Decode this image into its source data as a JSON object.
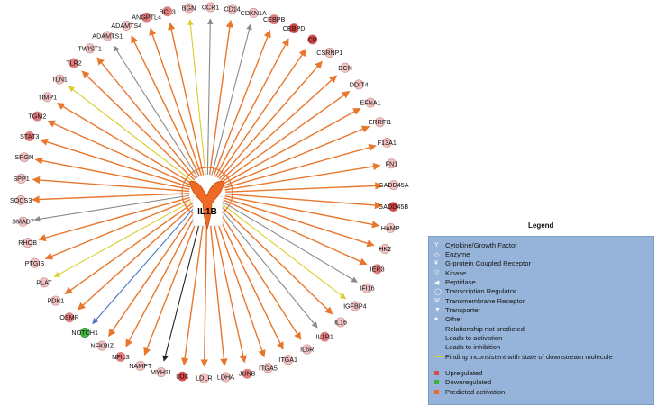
{
  "hub": {
    "label": "IL1B"
  },
  "colors": {
    "activation": "#e8762c",
    "inhibition": "#4a78c2",
    "inconsistent": "#d8cf2a",
    "not_predicted": "#8a8a8a",
    "black_edge": "#222222",
    "upregulated": "#d94a4a",
    "downregulated": "#3bb33b",
    "predicted_activation": "#ee6a22",
    "legend_bg": "#96b4d9"
  },
  "nodes": [
    {
      "label": "CCR1",
      "edge": "not_predicted",
      "reg": "up_light"
    },
    {
      "label": "CD14",
      "edge": "activation",
      "reg": "up_light"
    },
    {
      "label": "CDKN1A",
      "edge": "not_predicted",
      "reg": "up_light"
    },
    {
      "label": "CEBPB",
      "edge": "activation",
      "reg": "up_mid"
    },
    {
      "label": "CEBPD",
      "edge": "activation",
      "reg": "up_strong"
    },
    {
      "label": "CP",
      "edge": "activation",
      "reg": "up_strong"
    },
    {
      "label": "CSRNP1",
      "edge": "activation",
      "reg": "up_light"
    },
    {
      "label": "DCN",
      "edge": "activation",
      "reg": "up_light"
    },
    {
      "label": "DDIT4",
      "edge": "activation",
      "reg": "up_light"
    },
    {
      "label": "EFNA1",
      "edge": "activation",
      "reg": "up_light"
    },
    {
      "label": "ERRFI1",
      "edge": "activation",
      "reg": "up_light"
    },
    {
      "label": "F13A1",
      "edge": "activation",
      "reg": "up_light"
    },
    {
      "label": "FN1",
      "edge": "activation",
      "reg": "up_light"
    },
    {
      "label": "GADD45A",
      "edge": "activation",
      "reg": "up_light"
    },
    {
      "label": "GADD45B",
      "edge": "activation",
      "reg": "up_strong"
    },
    {
      "label": "HAMP",
      "edge": "activation",
      "reg": "up_light"
    },
    {
      "label": "HK2",
      "edge": "activation",
      "reg": "up_light"
    },
    {
      "label": "IER3",
      "edge": "activation",
      "reg": "up_mid"
    },
    {
      "label": "IFI16",
      "edge": "not_predicted",
      "reg": "up_light"
    },
    {
      "label": "IGFBP4",
      "edge": "inconsistent",
      "reg": "up_light"
    },
    {
      "label": "IL16",
      "edge": "activation",
      "reg": "up_light"
    },
    {
      "label": "IL1R1",
      "edge": "not_predicted",
      "reg": "up_mid"
    },
    {
      "label": "IL6R",
      "edge": "activation",
      "reg": "up_light"
    },
    {
      "label": "ITGA1",
      "edge": "activation",
      "reg": "up_light"
    },
    {
      "label": "ITGA5",
      "edge": "activation",
      "reg": "up_light"
    },
    {
      "label": "JUNB",
      "edge": "activation",
      "reg": "up_mid"
    },
    {
      "label": "LDHA",
      "edge": "activation",
      "reg": "up_light"
    },
    {
      "label": "LDLR",
      "edge": "activation",
      "reg": "up_light"
    },
    {
      "label": "LOX",
      "edge": "activation",
      "reg": "up_strong"
    },
    {
      "label": "MYH11",
      "edge": "black_edge",
      "reg": "up_light"
    },
    {
      "label": "NAMPT",
      "edge": "activation",
      "reg": "up_light"
    },
    {
      "label": "NFIL3",
      "edge": "activation",
      "reg": "up_mid"
    },
    {
      "label": "NFKBIZ",
      "edge": "activation",
      "reg": "up_light"
    },
    {
      "label": "NOTCH1",
      "edge": "inhibition",
      "reg": "down"
    },
    {
      "label": "OSMR",
      "edge": "activation",
      "reg": "up_mid"
    },
    {
      "label": "PDK1",
      "edge": "activation",
      "reg": "up_light"
    },
    {
      "label": "PLAT",
      "edge": "inconsistent",
      "reg": "up_light"
    },
    {
      "label": "PTGIS",
      "edge": "activation",
      "reg": "up_light"
    },
    {
      "label": "RHOB",
      "edge": "activation",
      "reg": "up_light"
    },
    {
      "label": "SMAD7",
      "edge": "not_predicted",
      "reg": "up_light"
    },
    {
      "label": "SOCS3",
      "edge": "activation",
      "reg": "up_light"
    },
    {
      "label": "SPP1",
      "edge": "activation",
      "reg": "up_light"
    },
    {
      "label": "SRGN",
      "edge": "activation",
      "reg": "up_light"
    },
    {
      "label": "STAT3",
      "edge": "activation",
      "reg": "up_mid"
    },
    {
      "label": "TGM2",
      "edge": "activation",
      "reg": "up_mid"
    },
    {
      "label": "TIMP1",
      "edge": "activation",
      "reg": "up_light"
    },
    {
      "label": "TLN1",
      "edge": "inconsistent",
      "reg": "up_light"
    },
    {
      "label": "TLR2",
      "edge": "activation",
      "reg": "up_mid"
    },
    {
      "label": "TWIST1",
      "edge": "activation",
      "reg": "up_light"
    },
    {
      "label": "ADAMTS1",
      "edge": "not_predicted",
      "reg": "up_light"
    },
    {
      "label": "ADAMTS4",
      "edge": "activation",
      "reg": "up_light"
    },
    {
      "label": "ANGPTL4",
      "edge": "activation",
      "reg": "up_mid"
    },
    {
      "label": "BCL3",
      "edge": "activation",
      "reg": "up_mid"
    },
    {
      "label": "BGN",
      "edge": "inconsistent",
      "reg": "up_light"
    }
  ],
  "legend": {
    "title": "Legend",
    "shapes": [
      {
        "label": "Cytokine/Growth Factor",
        "icon": "cytokine-icon",
        "glyph": "Y"
      },
      {
        "label": "Enzyme",
        "icon": "enzyme-icon",
        "glyph": "◇"
      },
      {
        "label": "G-protein Coupled Receptor",
        "icon": "gpcr-icon",
        "glyph": "¥"
      },
      {
        "label": "Kinase",
        "icon": "kinase-icon",
        "glyph": "▽"
      },
      {
        "label": "Peptidase",
        "icon": "peptidase-icon",
        "glyph": "◀"
      },
      {
        "label": "Transcription Regulator",
        "icon": "transcription-regulator-icon",
        "glyph": "◯"
      },
      {
        "label": "Transmembrane Receptor",
        "icon": "transmembrane-receptor-icon",
        "glyph": "Ψ"
      },
      {
        "label": "Transporter",
        "icon": "transporter-icon",
        "glyph": "▼"
      },
      {
        "label": "Other",
        "icon": "other-icon",
        "glyph": "●"
      }
    ],
    "relationships": [
      {
        "label": "Relationship not predicted",
        "color": "#444444"
      },
      {
        "label": "Leads to activation",
        "color": "#e8762c"
      },
      {
        "label": "Leads to inhibition",
        "color": "#3f6fc0"
      },
      {
        "label": "Finding inconsistent with state of downstream molecule",
        "color": "#d8cf2a"
      }
    ],
    "states": [
      {
        "label": "Upregulated",
        "color": "#d94a4a"
      },
      {
        "label": "Downregulated",
        "color": "#3bb33b"
      },
      {
        "label": "Predicted activation",
        "color": "#ee6a22"
      }
    ]
  }
}
